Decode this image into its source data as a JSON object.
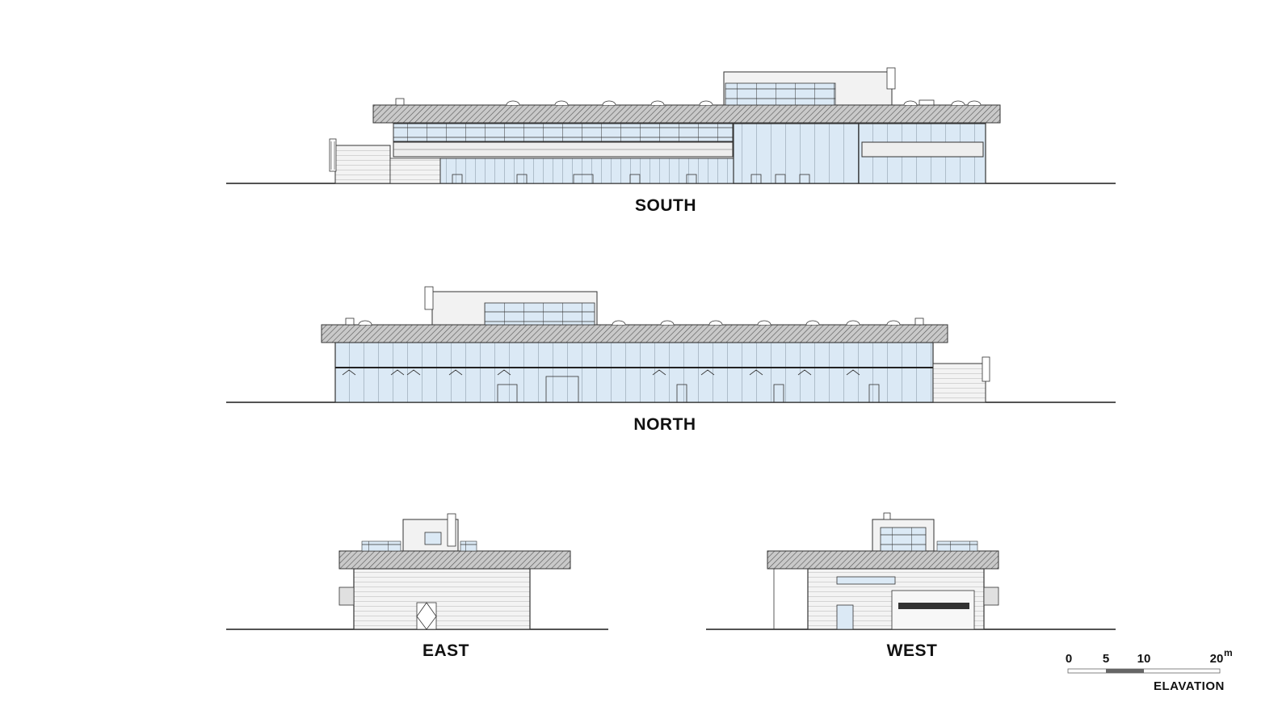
{
  "elevations": {
    "south": "SOUTH",
    "north": "NORTH",
    "east": "EAST",
    "west": "WEST"
  },
  "scale_bar": {
    "ticks": [
      "0",
      "5",
      "10",
      "20"
    ],
    "unit": "m",
    "title": "ELAVATION"
  },
  "colors": {
    "line": "#1a1a1a",
    "glass": "#dbe9f5",
    "roof_hatch": "#8a8a8a",
    "wall": "#f2f2f2"
  }
}
